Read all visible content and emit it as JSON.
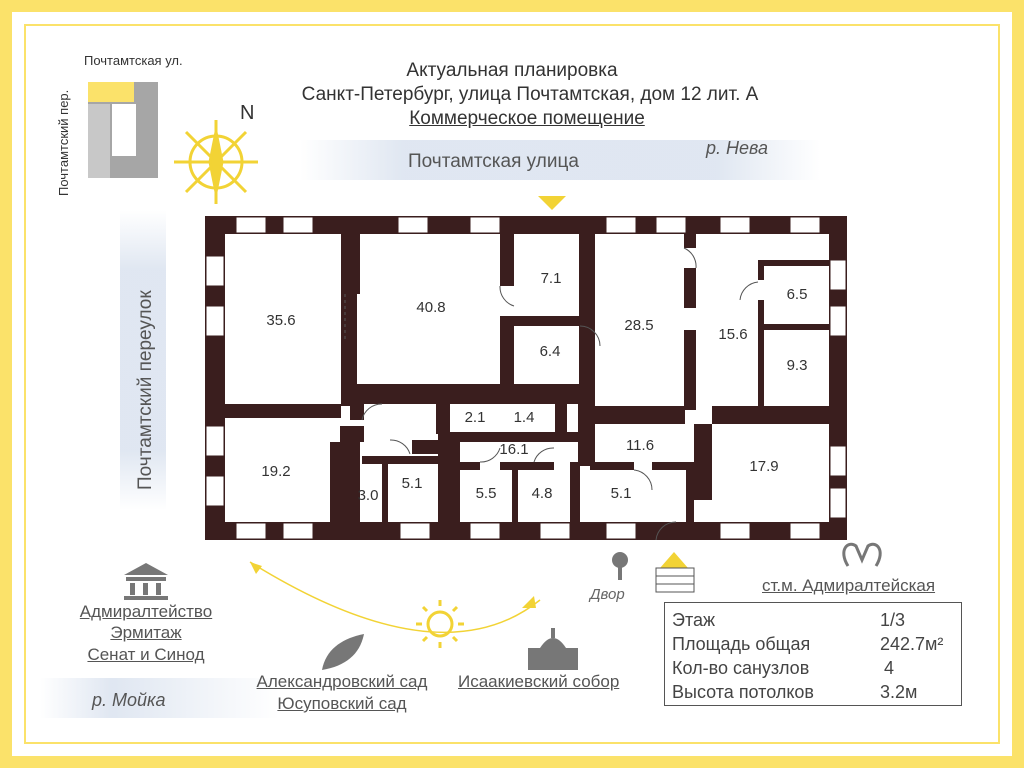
{
  "header": {
    "line1": "Актуальная планировка",
    "line2": "Санкт-Петербург, улица Почтамтская, дом 12 лит. А",
    "line3": "Коммерческое помещение"
  },
  "location": {
    "street_top": "Почтамтская ул.",
    "lane_side": "Почтамтский пер.",
    "north": "N"
  },
  "streets": {
    "top": "Почтамтская улица",
    "left": "Почтамтский переулок",
    "river_top": "р. Нева",
    "river_bottom": "р. Мойка"
  },
  "rooms": [
    "35.6",
    "40.8",
    "7.1",
    "6.4",
    "28.5",
    "6.5",
    "15.6",
    "9.3",
    "2.1",
    "1.4",
    "16.1",
    "19.2",
    "3.0",
    "5.1",
    "5.5",
    "4.8",
    "5.1",
    "11.6",
    "17.9"
  ],
  "landmarks": {
    "yard": "Двор",
    "metro": "ст.м. Адмиралтейская",
    "group1": [
      "Адмиралтейство",
      "Эрмитаж",
      "Сенат и Синод"
    ],
    "group2": [
      "Александровский сад",
      "Юсуповский сад"
    ],
    "group3": "Исаакиевский собор"
  },
  "stats": [
    {
      "label": "Этаж",
      "value": "1/3"
    },
    {
      "label": "Площадь общая",
      "value": "242.7м²"
    },
    {
      "label": "Кол-во санузлов",
      "value": "4"
    },
    {
      "label": "Высота потолков",
      "value": "3.2м"
    }
  ],
  "colors": {
    "wall": "#3a1e1e",
    "accent": "#fbe26a",
    "text": "#333333"
  }
}
